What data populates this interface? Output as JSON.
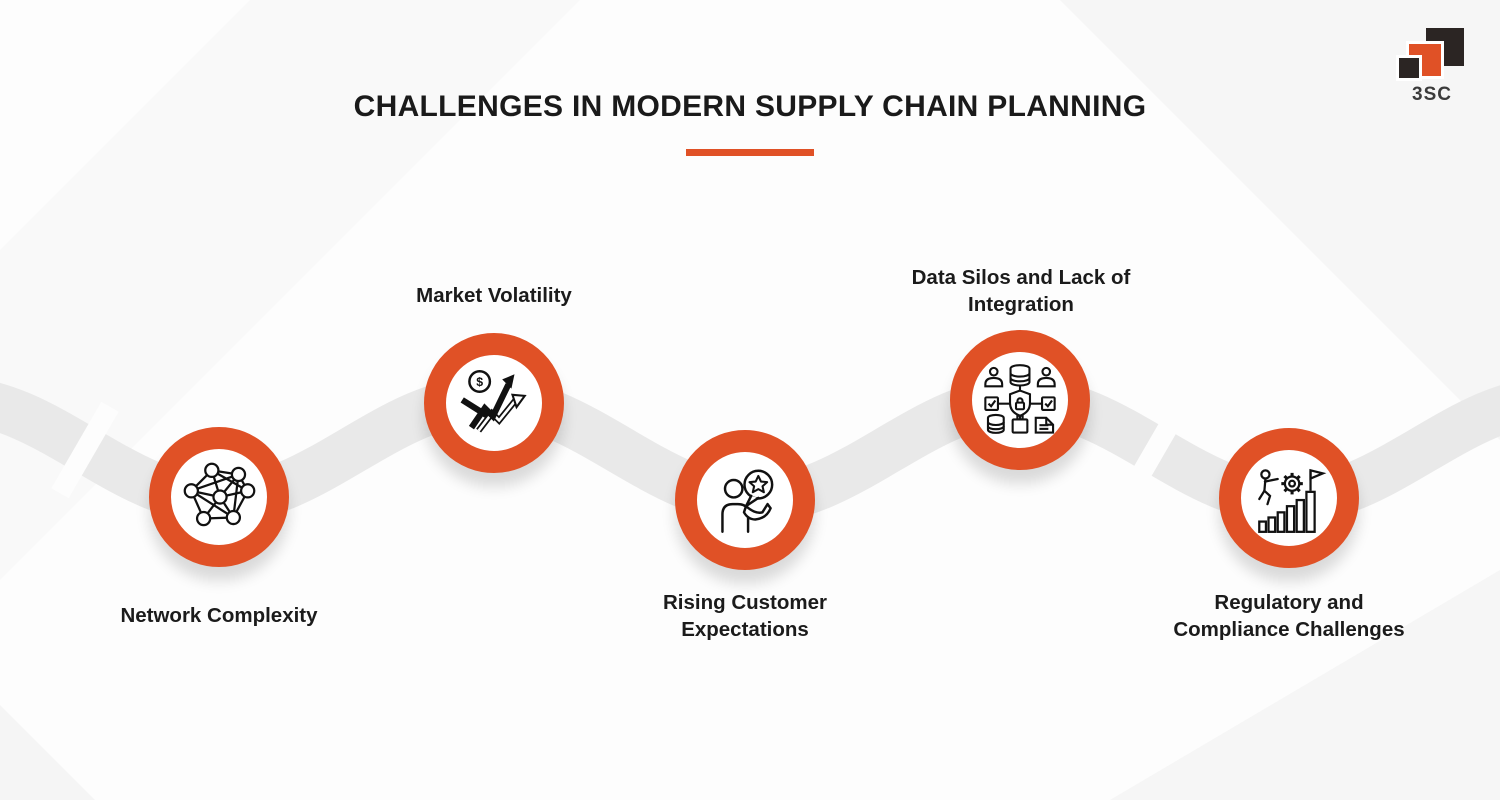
{
  "title": "CHALLENGES IN MODERN SUPPLY CHAIN PLANNING",
  "logo": {
    "text": "3SC"
  },
  "colors": {
    "accent": "#E05126",
    "wave": "#E9E9E9",
    "ink": "#1A1A1A",
    "logoDark": "#2B2523"
  },
  "items": [
    {
      "label": "Network Complexity",
      "icon": "network-graph-icon"
    },
    {
      "label": "Market Volatility",
      "icon": "volatility-trend-arrows-icon"
    },
    {
      "label": "Rising Customer Expectations",
      "icon": "customer-review-speech-bubble-icon"
    },
    {
      "label": "Data Silos and Lack of Integration",
      "icon": "data-silos-integration-icon"
    },
    {
      "label": "Regulatory and Compliance Challenges",
      "icon": "compliance-growth-bars-icon"
    }
  ]
}
